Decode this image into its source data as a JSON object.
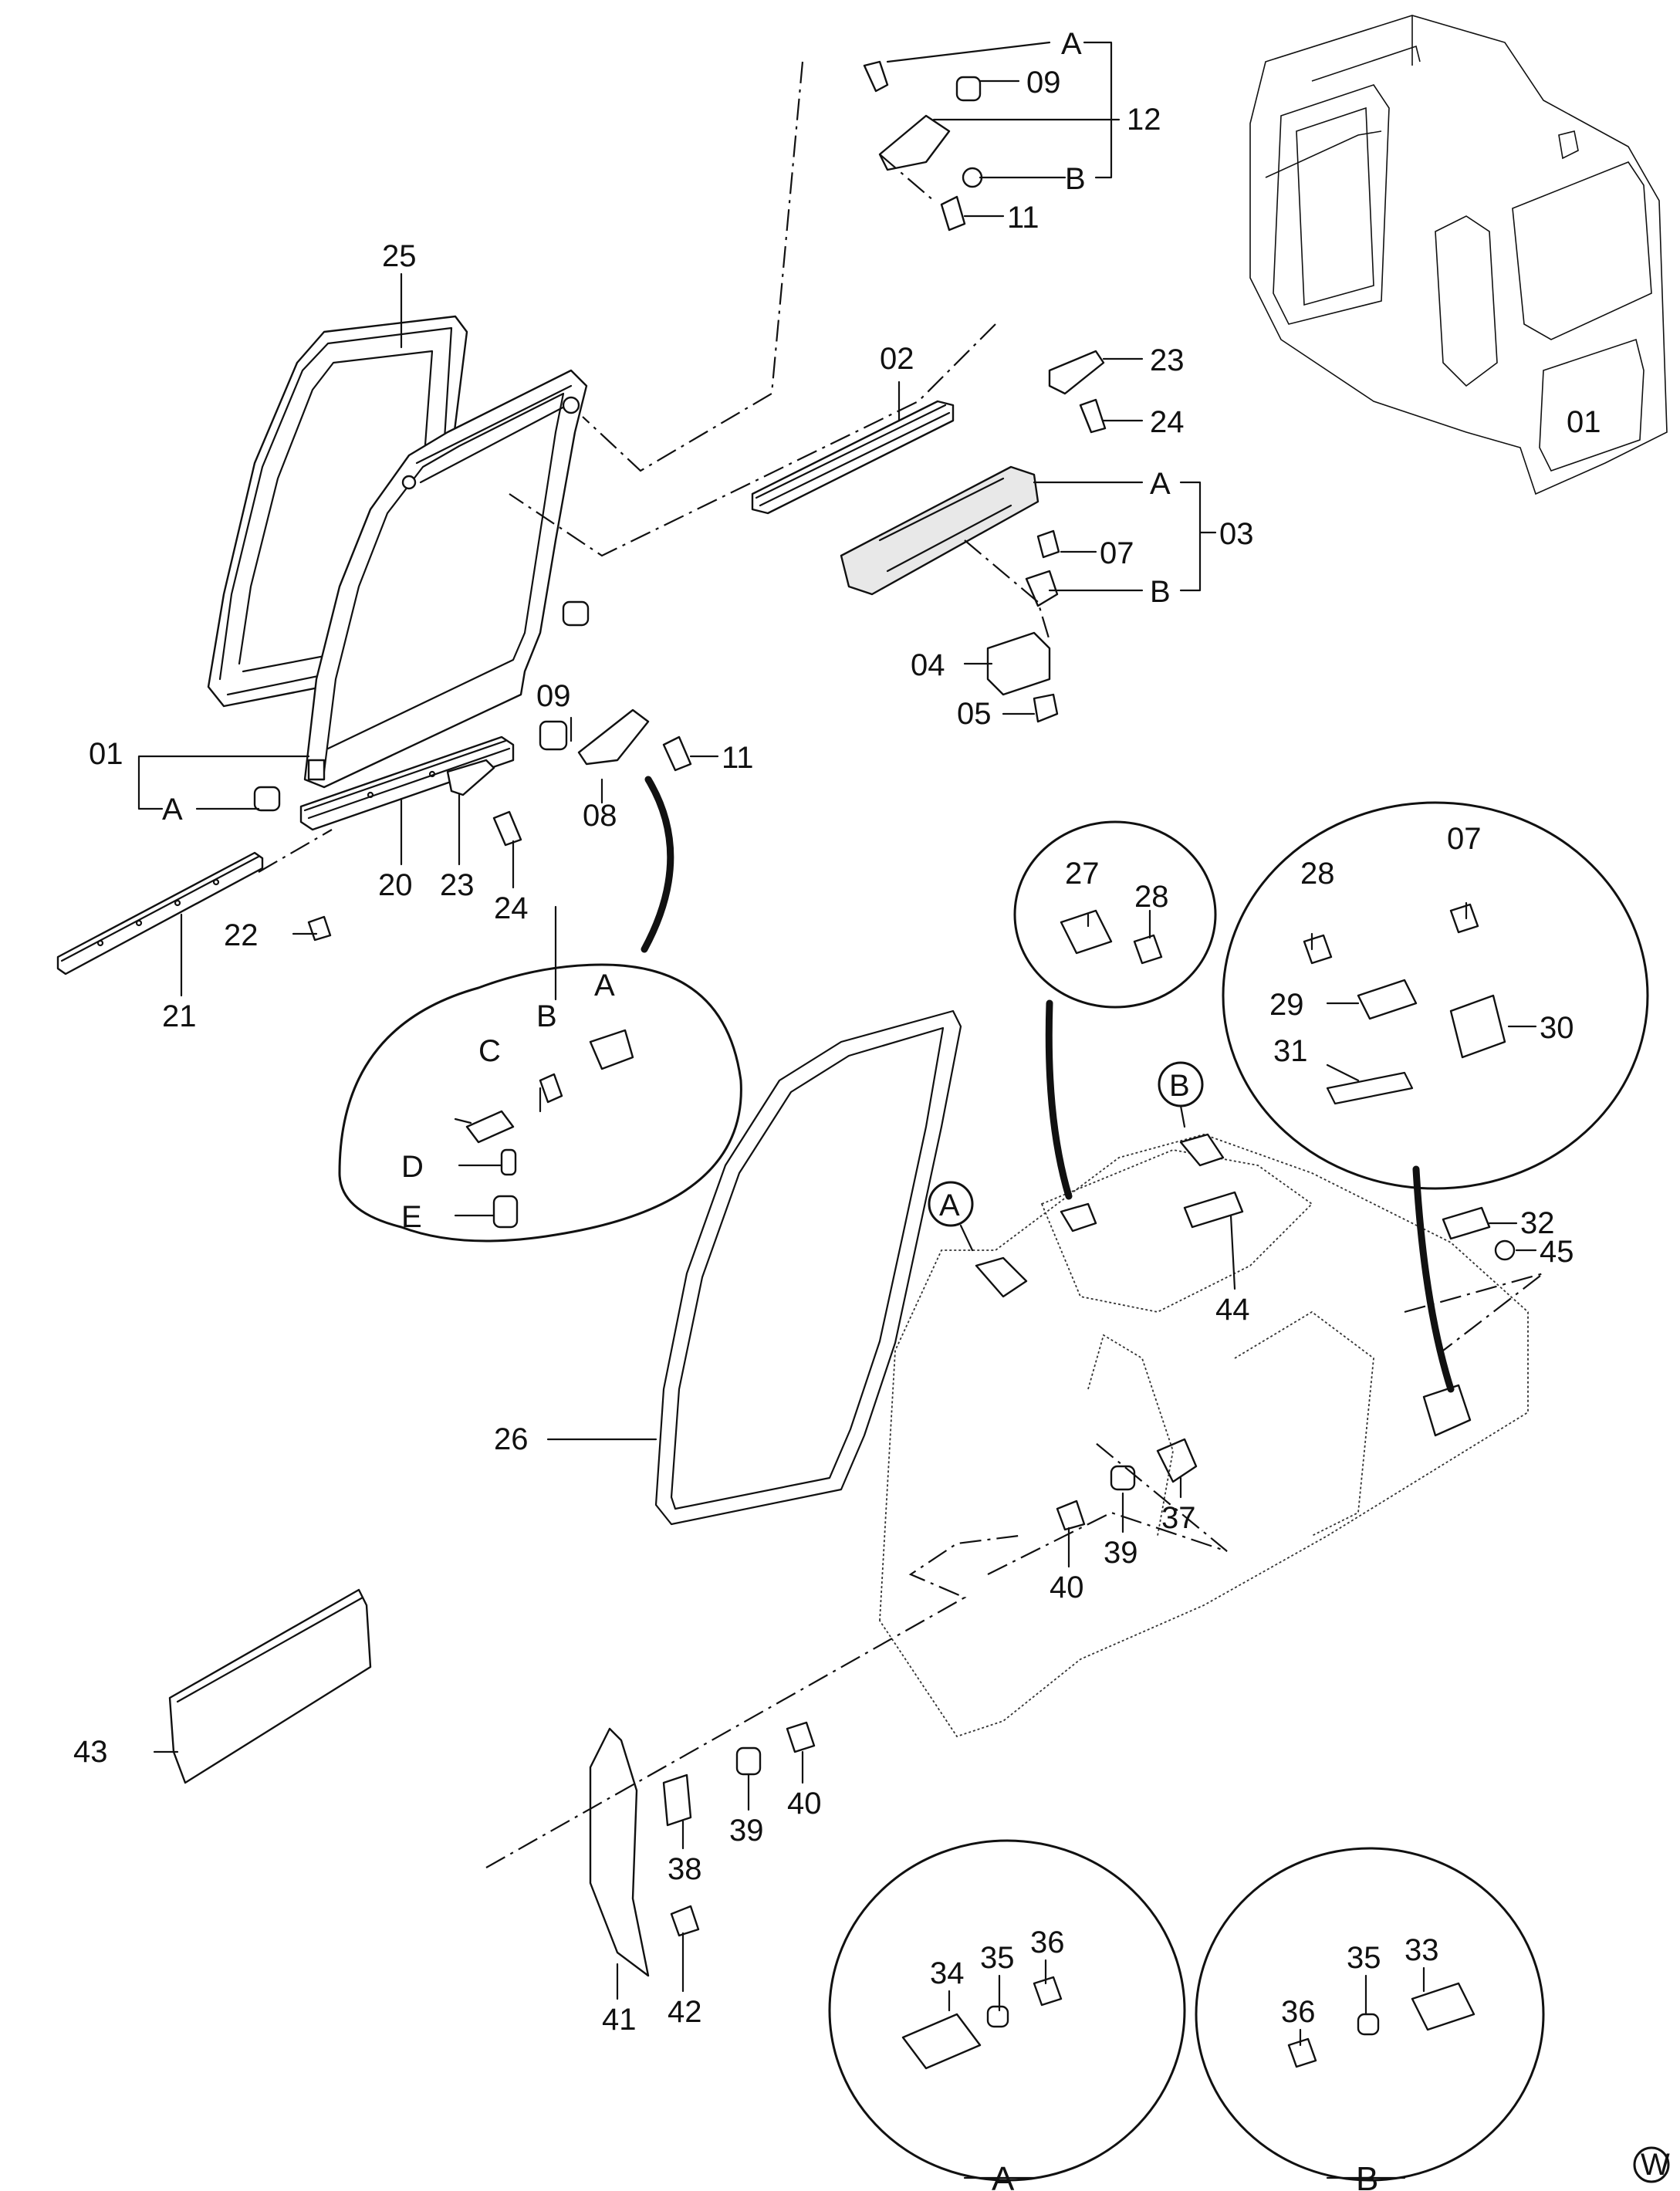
{
  "labels": {
    "p01": "01",
    "p02": "02",
    "p03": "03",
    "p04": "04",
    "p05": "05",
    "p07": "07",
    "p07b": "07",
    "p08": "08",
    "p09": "09",
    "p09b": "09",
    "p11": "11",
    "p11b": "11",
    "p12": "12",
    "p20": "20",
    "p21": "21",
    "p22": "22",
    "p23": "23",
    "p23b": "23",
    "p24": "24",
    "p24b": "24",
    "p25": "25",
    "p26": "26",
    "p27": "27",
    "p28": "28",
    "p28b": "28",
    "p29": "29",
    "p30": "30",
    "p31": "31",
    "p32": "32",
    "p33": "33",
    "p34": "34",
    "p35": "35",
    "p35b": "35",
    "p36": "36",
    "p36b": "36",
    "p37": "37",
    "p38": "38",
    "p39": "39",
    "p39b": "39",
    "p40": "40",
    "p40b": "40",
    "p41": "41",
    "p42": "42",
    "p43": "43",
    "p44": "44",
    "p45": "45"
  },
  "letters": {
    "a_top": "A",
    "b_top": "B",
    "a_03": "A",
    "b_03": "B",
    "a_01": "A",
    "det_a": "A",
    "det_b": "B",
    "det_c": "C",
    "det_d": "D",
    "det_e": "E",
    "bubble_a": "A",
    "bubble_b": "B",
    "circle_a": "A",
    "circle_b": "B"
  },
  "watermark": "W"
}
